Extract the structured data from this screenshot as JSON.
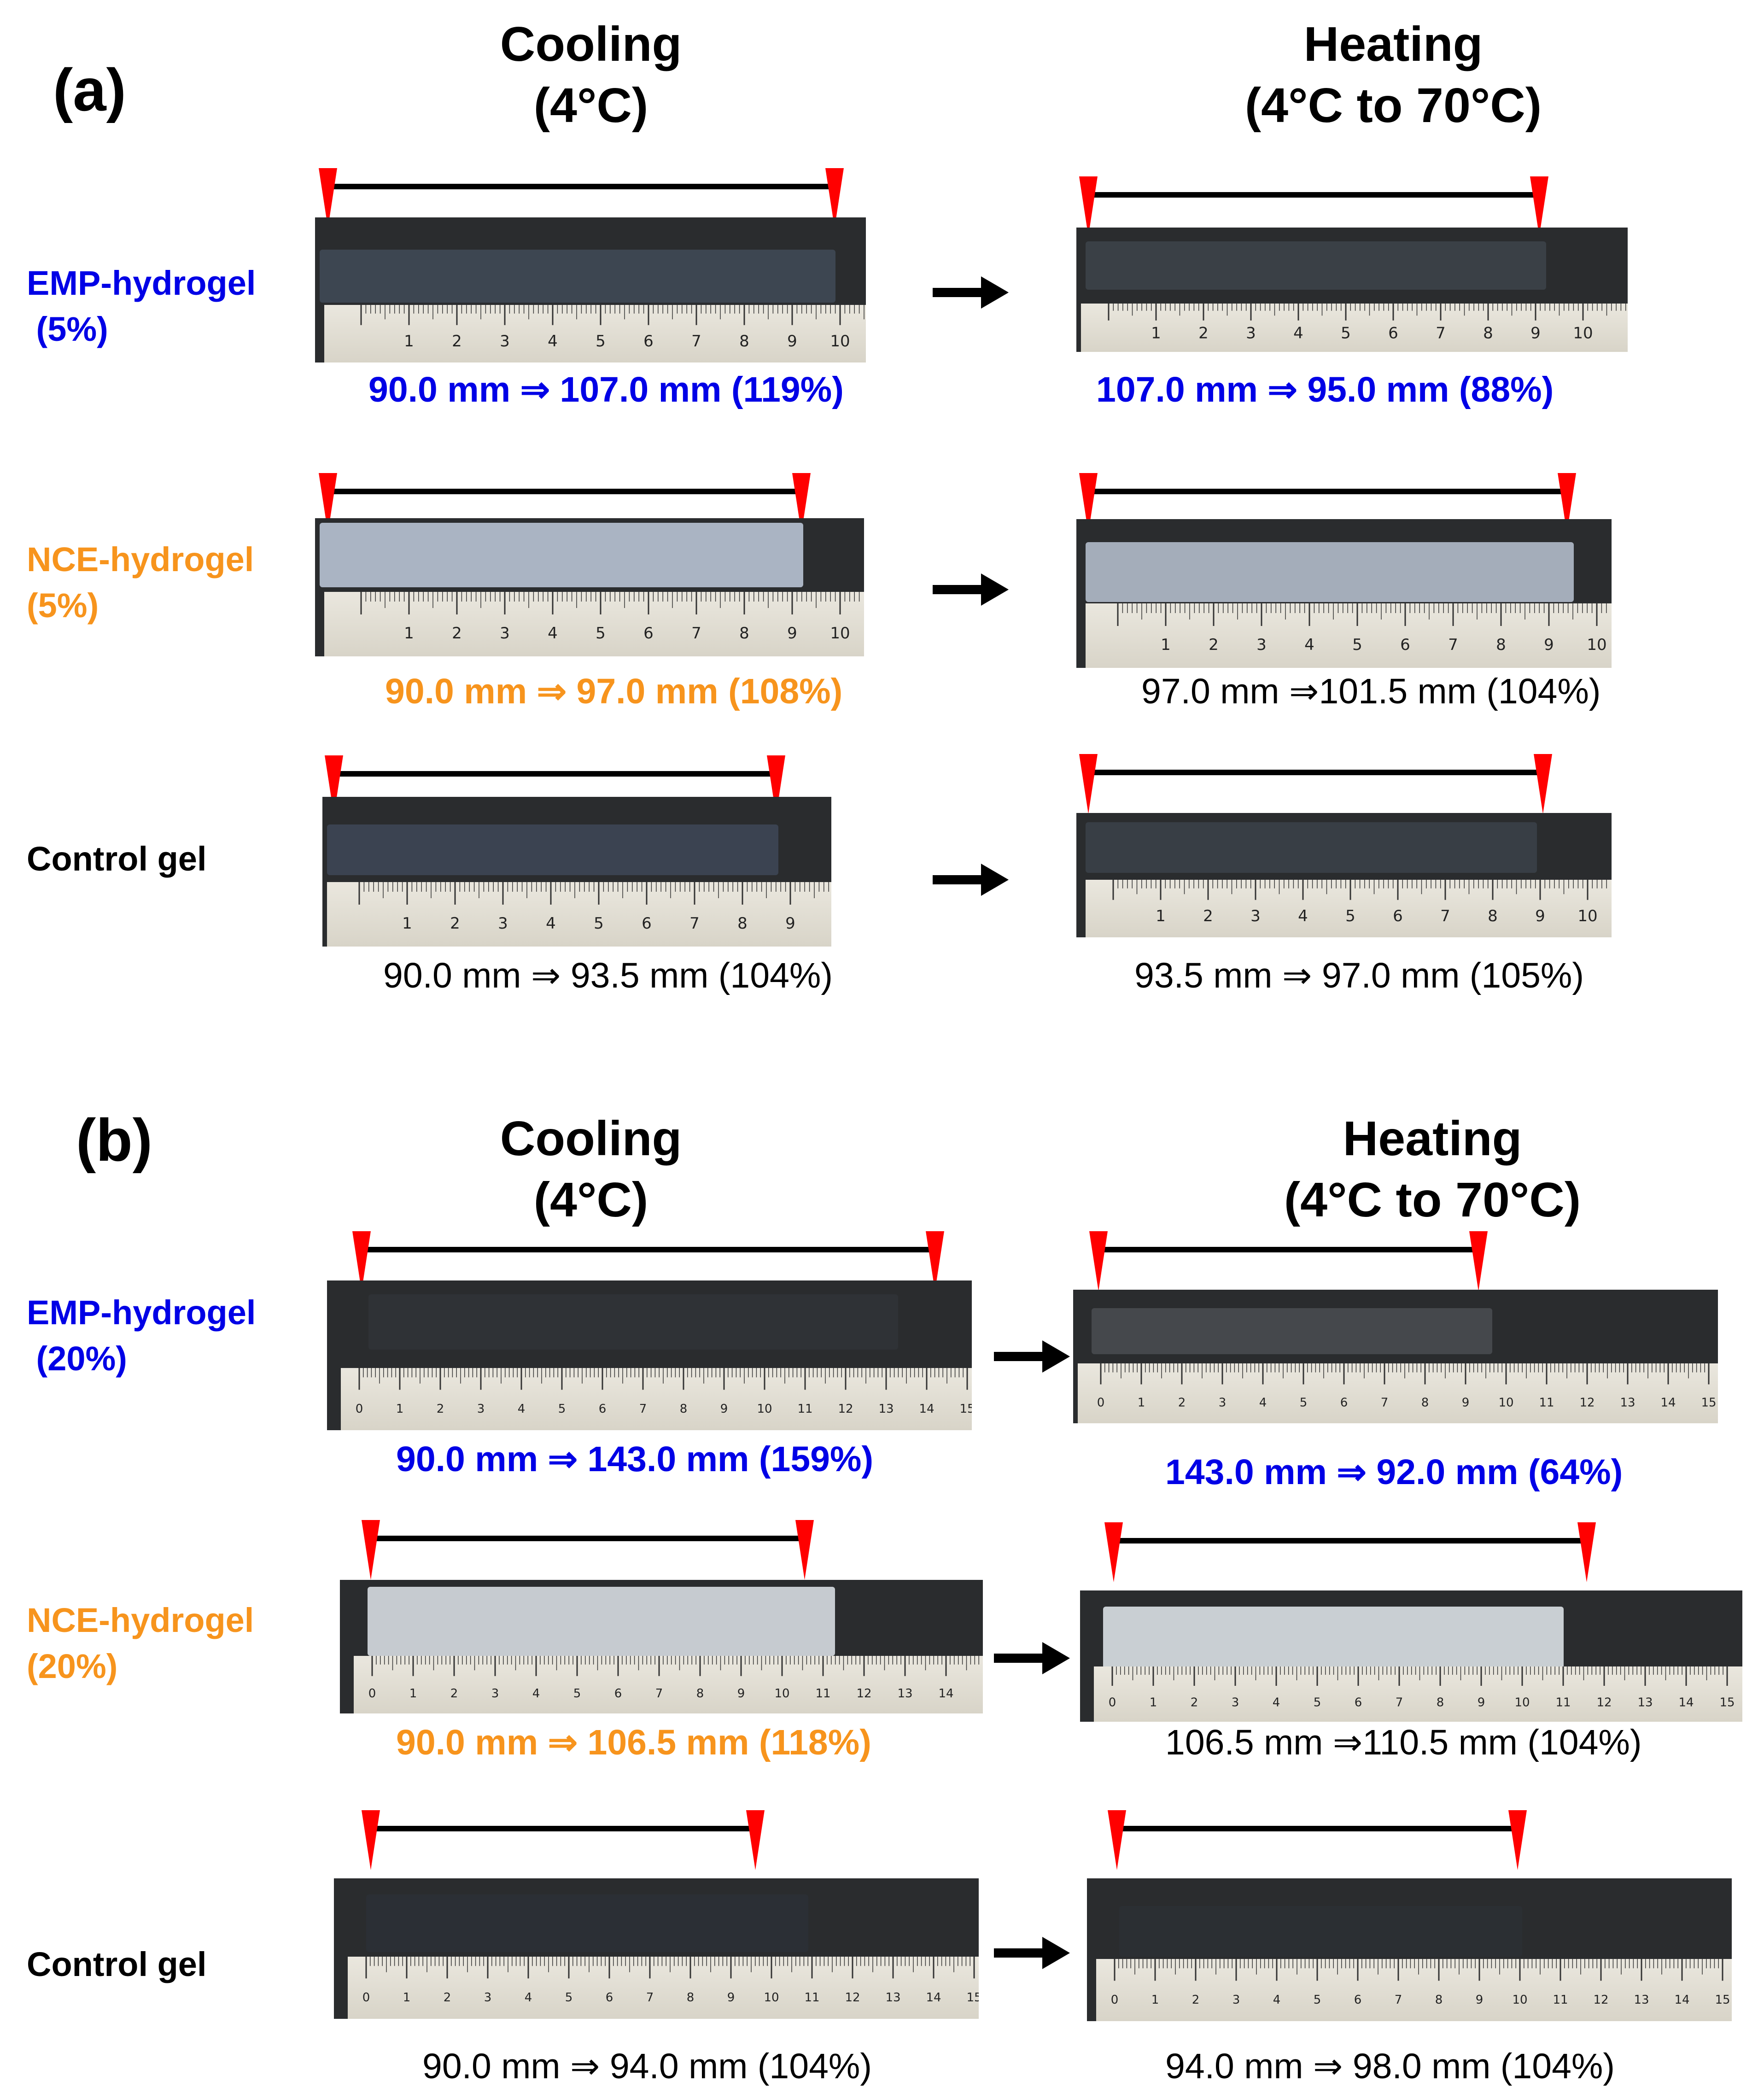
{
  "figure": {
    "panels": [
      {
        "label": "(a)",
        "cooling_header": [
          "Cooling",
          "(4°C)"
        ],
        "heating_header": [
          "Heating",
          "(4°C to 70°C)"
        ],
        "rows": [
          {
            "label": "EMP-hydrogel\n (5%)",
            "color": "#0000e6",
            "cooling_caption": "90.0 mm ⇒ 107.0 mm (119%)",
            "cooling_bold": true,
            "cooling_color": "#0000e6",
            "heating_caption": "107.0 mm ⇒ 95.0 mm (88%)",
            "heating_bold": true,
            "heating_color": "#0000e6"
          },
          {
            "label": "NCE-hydrogel\n(5%)",
            "color": "#f7941d",
            "cooling_caption": "90.0 mm ⇒ 97.0 mm (108%)",
            "cooling_bold": true,
            "cooling_color": "#f7941d",
            "heating_caption": "97.0 mm ⇒101.5 mm (104%)",
            "heating_bold": false,
            "heating_color": "#000000"
          },
          {
            "label": "Control gel",
            "color": "#000000",
            "cooling_caption": "90.0 mm ⇒ 93.5 mm (104%)",
            "cooling_bold": false,
            "cooling_color": "#000000",
            "heating_caption": "93.5 mm ⇒ 97.0 mm (105%)",
            "heating_bold": false,
            "heating_color": "#000000"
          }
        ]
      },
      {
        "label": "(b)",
        "cooling_header": [
          "Cooling",
          "(4°C)"
        ],
        "heating_header": [
          "Heating",
          "(4°C to 70°C)"
        ],
        "rows": [
          {
            "label": "EMP-hydrogel\n (20%)",
            "color": "#0000e6",
            "cooling_caption": "90.0 mm ⇒ 143.0 mm (159%)",
            "cooling_bold": true,
            "cooling_color": "#0000e6",
            "heating_caption": "143.0 mm ⇒ 92.0 mm (64%)",
            "heating_bold": true,
            "heating_color": "#0000e6"
          },
          {
            "label": "NCE-hydrogel\n(20%)",
            "color": "#f7941d",
            "cooling_caption": "90.0 mm ⇒ 106.5 mm (118%)",
            "cooling_bold": true,
            "cooling_color": "#f7941d",
            "heating_caption": "106.5 mm ⇒110.5 mm (104%)",
            "heating_bold": false,
            "heating_color": "#000000"
          },
          {
            "label": "Control gel",
            "color": "#000000",
            "cooling_caption": "90.0 mm ⇒ 94.0 mm (104%)",
            "cooling_bold": false,
            "cooling_color": "#000000",
            "heating_caption": "94.0 mm ⇒ 98.0 mm (104%)",
            "heating_bold": false,
            "heating_color": "#000000"
          }
        ]
      }
    ],
    "colors": {
      "marker": "#ff0000",
      "emp": "#0000e6",
      "nce": "#f7941d",
      "control": "#000000"
    },
    "icons": {
      "length_marker": "red-triangle-marker-icon",
      "transition": "right-arrow-icon"
    }
  }
}
